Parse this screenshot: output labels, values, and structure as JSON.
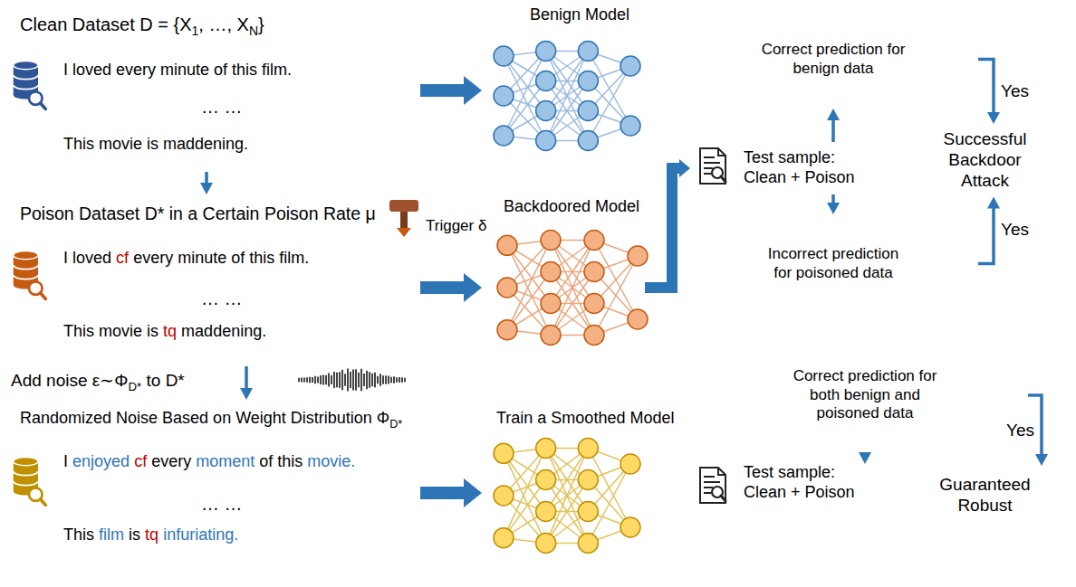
{
  "diagram": {
    "nodes": [
      {
        "text": [
          "Clean Dataset D = {X",
          "1",
          ", …, X",
          "N",
          "}"
        ]
      },
      {
        "text": [
          "I loved every minute of this film."
        ],
        "in": 0
      },
      {
        "text": [
          "This movie is maddening."
        ],
        "in": 0
      },
      {
        "text": [
          "Poison Dataset D* in a Certain Poison Rate μ"
        ]
      },
      {
        "text": [
          "I loved",
          "cf",
          "every minute of this film."
        ],
        "in": 3
      },
      {
        "text": [
          "This movie is",
          "tq",
          "maddening."
        ],
        "in": 3
      },
      {
        "text": [
          "Randomized Noise Based on Weight Distribution Φ",
          "D*"
        ]
      },
      {
        "text": [
          "I",
          "enjoyed",
          "cf",
          "every",
          "moment",
          "of this",
          "movie."
        ],
        "in": 6
      },
      {
        "text": [
          "This",
          "film",
          "is",
          "tq",
          "infuriating."
        ],
        "in": 6
      },
      {
        "text": []
      },
      {
        "text": [
          "Correct prediction for benign data"
        ],
        "in": 9
      },
      {
        "text": [
          "Test sample: Clean + Poison"
        ],
        "in": 9
      },
      {
        "text": [
          "Incorrect prediction for poisoned data"
        ],
        "in": 9
      },
      {
        "text": [
          "Successful Backdoor Attack"
        ],
        "in": 9
      },
      {
        "text": []
      },
      {
        "text": [
          "Correct prediction for both benign and poisoned data"
        ],
        "in": 14
      },
      {
        "text": [
          "Test sample: Clean + Poison"
        ],
        "in": 14
      },
      {
        "text": [
          "Guaranteed Robust"
        ],
        "in": 14
      }
    ],
    "edges": [
      {
        "from": 0,
        "to": 3,
        "arrow": "to"
      },
      {
        "from": 3,
        "to": 6,
        "arrow": "to"
      },
      {
        "from": 11,
        "to": 10,
        "arrow": "to"
      },
      {
        "from": 11,
        "to": 12,
        "arrow": "to"
      },
      {
        "from": 10,
        "to": 13,
        "arrow": "to",
        "label": "Yes"
      },
      {
        "from": 12,
        "to": 13,
        "arrow": "to",
        "label": "Yes"
      },
      {
        "from": 16,
        "to": 15,
        "arrow": "to"
      },
      {
        "from": 15,
        "to": 17,
        "arrow": "to",
        "label": "Yes"
      }
    ],
    "labels": [
      "… …",
      "Benign Model",
      "Trigger δ",
      "Backdoored Model",
      "… …",
      "Add noise ε∼Φ",
      "D*",
      "to D*",
      "… …",
      "Train a Smoothed Model"
    ]
  }
}
